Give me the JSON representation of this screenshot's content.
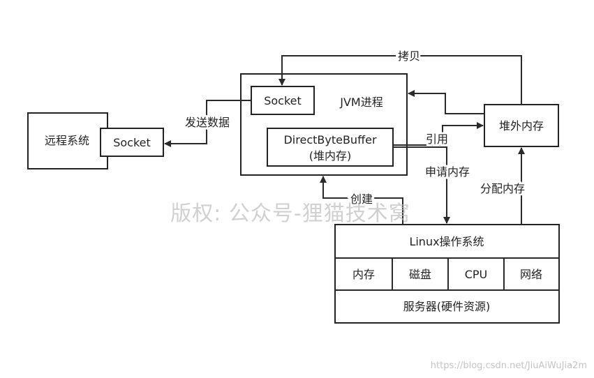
{
  "nodes": {
    "remote_system": "远程系统",
    "remote_socket": "Socket",
    "jvm_socket": "Socket",
    "jvm_process": "JVM进程",
    "direct_buffer_line1": "DirectByteBuffer",
    "direct_buffer_line2": "(堆内存)",
    "offheap_memory": "堆外内存",
    "linux_os": "Linux操作系统",
    "resource_memory": "内存",
    "resource_disk": "磁盘",
    "resource_cpu": "CPU",
    "resource_network": "网络",
    "server_hardware": "服务器(硬件资源)"
  },
  "edges": {
    "copy": "拷贝",
    "send_data": "发送数据",
    "reference": "引用",
    "request_memory": "申请内存",
    "allocate_memory": "分配内存",
    "create": "创建"
  },
  "watermark": "版权: 公众号-狸猫技术窝",
  "footer_url": "https://blog.csdn.net/JiuAiWuJia2m"
}
